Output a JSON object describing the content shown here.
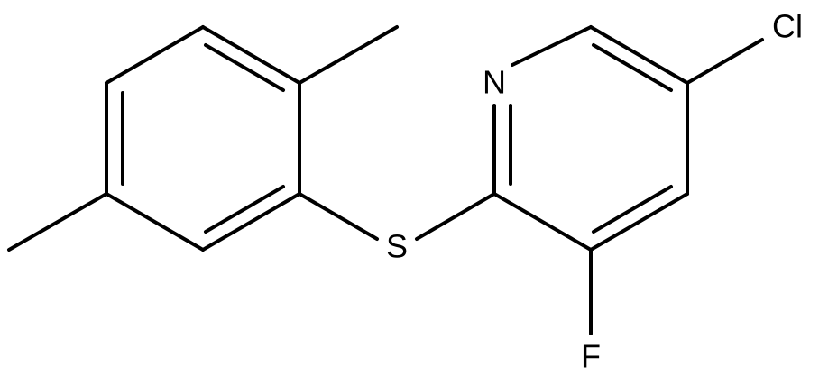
{
  "molecule": {
    "atoms": [
      {
        "id": "N",
        "label": "N"
      },
      {
        "id": "S",
        "label": "S"
      },
      {
        "id": "Cl",
        "label": "Cl"
      },
      {
        "id": "F",
        "label": "F"
      }
    ]
  }
}
